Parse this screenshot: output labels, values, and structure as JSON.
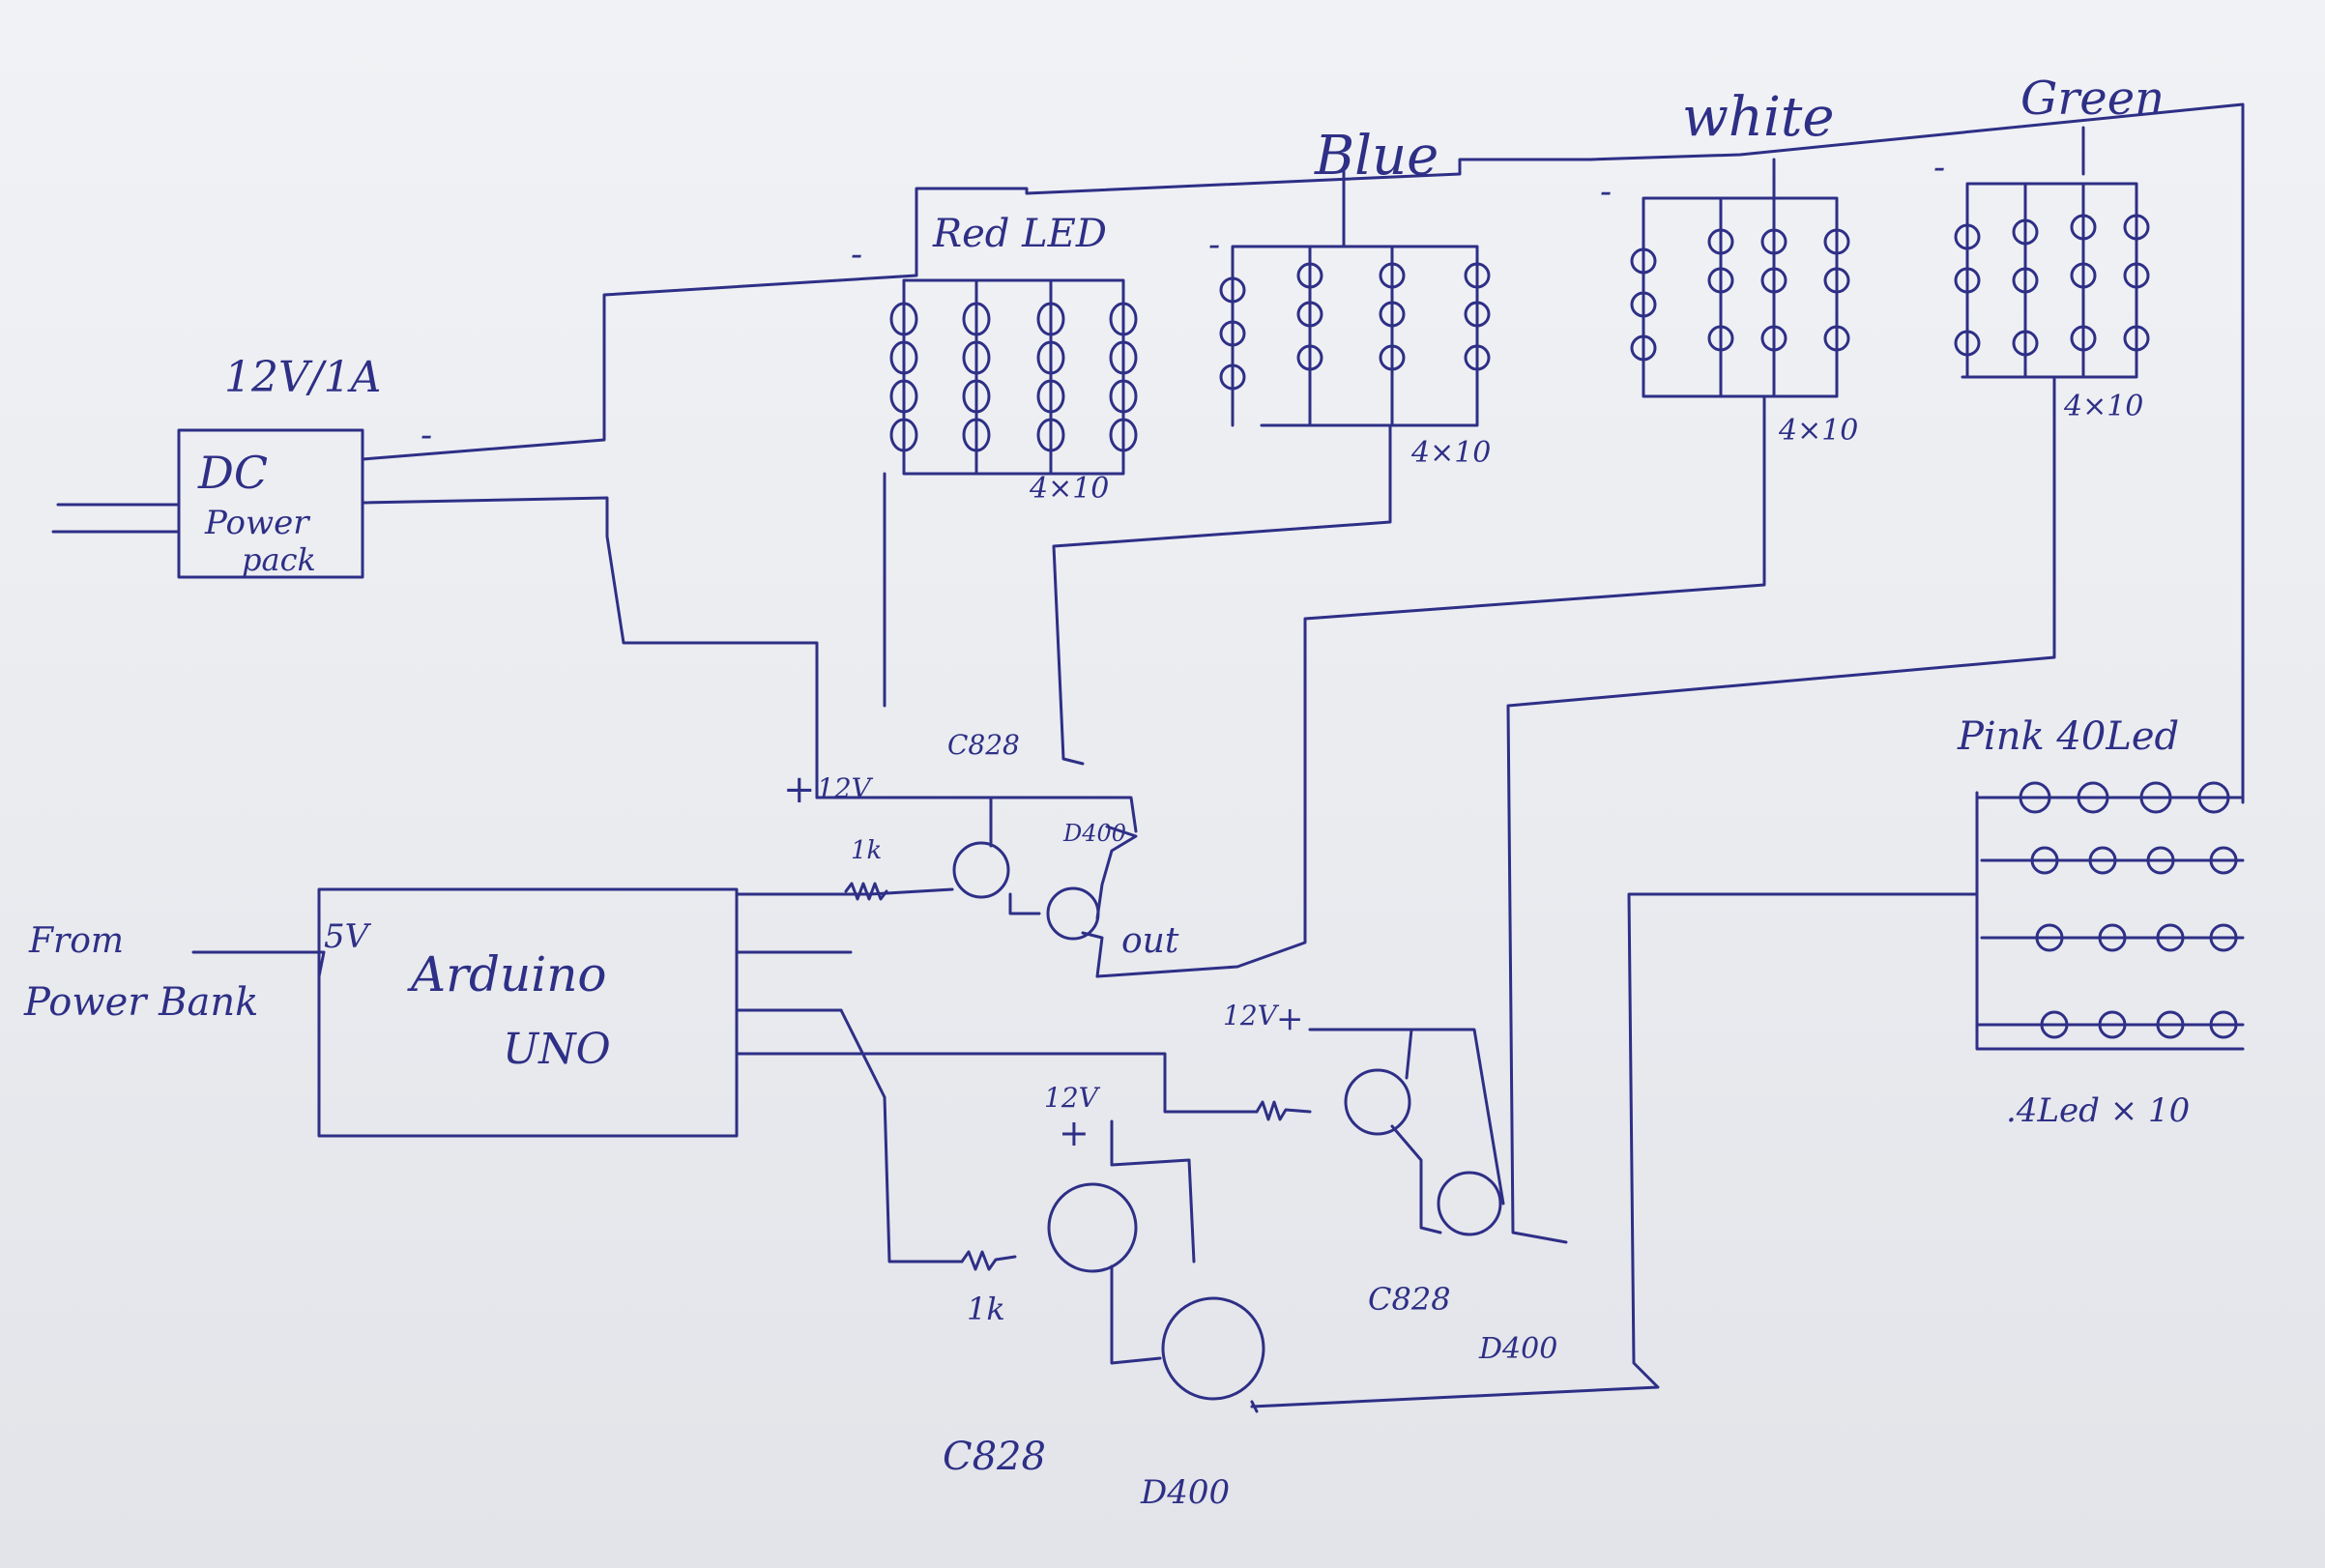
{
  "colors": {
    "ink": "#2e2f86",
    "paper": "#eceef2"
  },
  "labels": {
    "supply": "12V/1A",
    "psu_line1": "DC",
    "psu_line2": "Power",
    "psu_line3": "pack",
    "from_line1": "From",
    "from_line2": "Power Bank",
    "five_v": "5V",
    "arduino_line1": "Arduino",
    "arduino_line2": "UNO",
    "plus": "+",
    "minus": "-",
    "twelve_v_top": "12V",
    "twelve_v_mid": "12V",
    "twelve_v_bot": "12V",
    "res_top": "1k",
    "res_bot": "1k",
    "t_c828_top": "C828",
    "t_d400_top": "D400",
    "out": "out",
    "t_c828_bot": "C828",
    "t_d400_bot": "D400",
    "t_c828_mid": "C828",
    "t_d400_mid": "D400",
    "red": "Red LED",
    "blue": "Blue",
    "white": "white",
    "green": "Green",
    "red_size": "4×10",
    "blue_size": "4×10",
    "white_size": "4×10",
    "green_size": "4×10",
    "pink": "Pink 40Led",
    "pink_size": ".4Led × 10"
  }
}
